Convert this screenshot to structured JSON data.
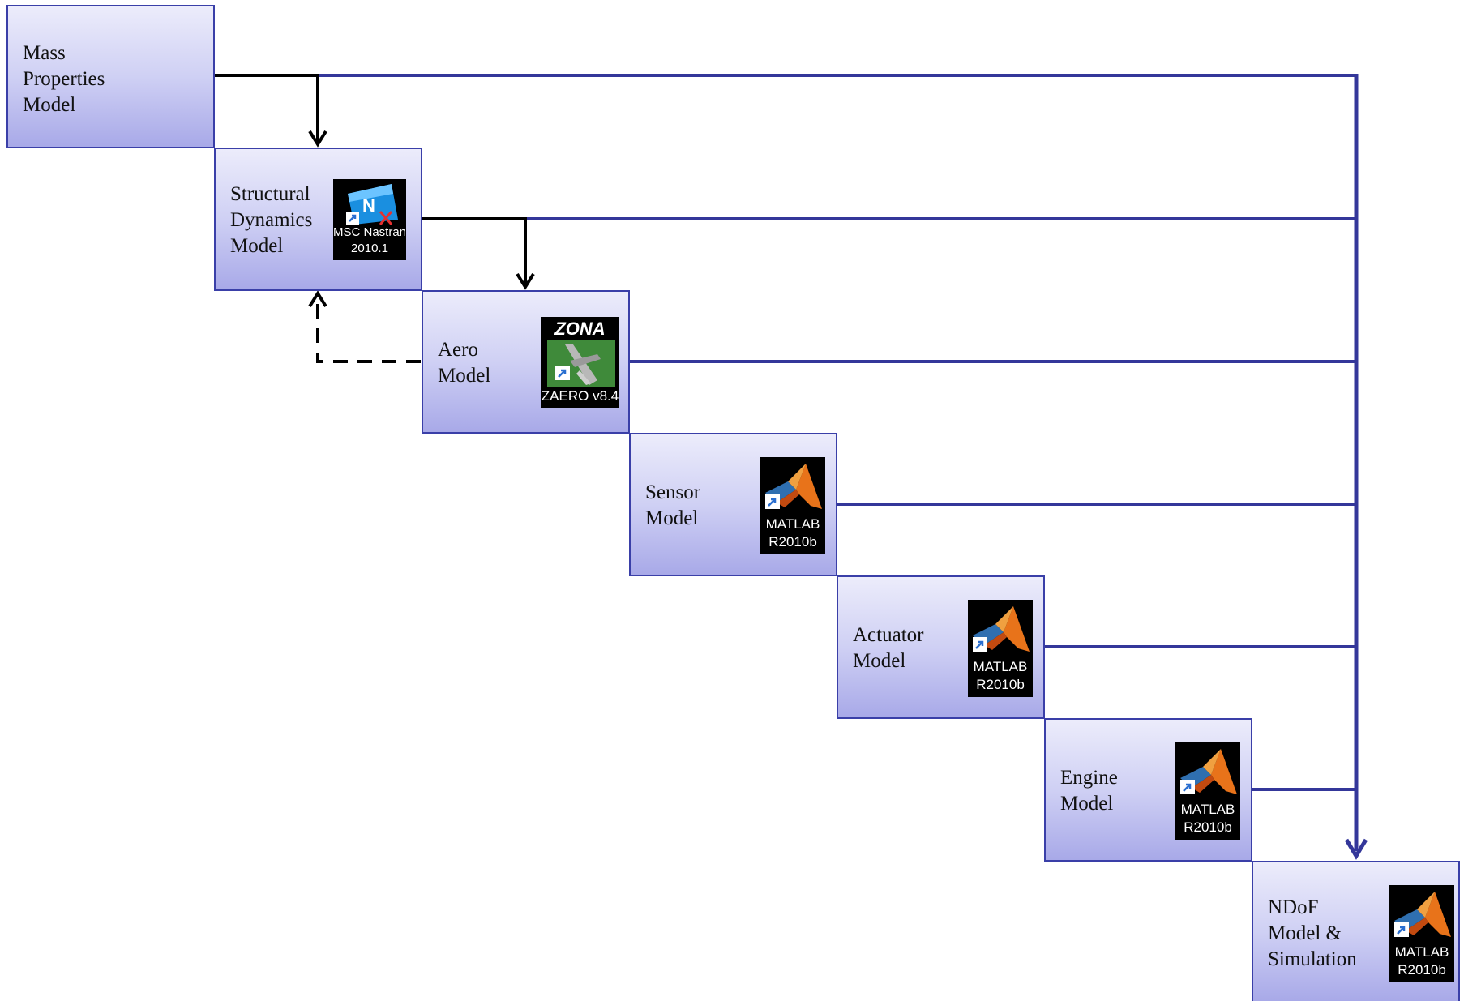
{
  "boxes": [
    {
      "id": "mass",
      "lines": [
        "Mass",
        "Properties",
        "Model"
      ]
    },
    {
      "id": "structural",
      "lines": [
        "Structural",
        "Dynamics",
        "Model"
      ],
      "icon": {
        "name": "msc-nastran-icon",
        "label": [
          "MSC Nastran",
          "2010.1"
        ]
      }
    },
    {
      "id": "aero",
      "lines": [
        "Aero",
        "Model"
      ],
      "icon": {
        "name": "zaero-icon",
        "brand": "ZONA",
        "label": [
          "ZAERO v8.4"
        ]
      }
    },
    {
      "id": "sensor",
      "lines": [
        "Sensor",
        "Model"
      ],
      "icon": {
        "name": "matlab-icon",
        "label": [
          "MATLAB",
          "R2010b"
        ]
      }
    },
    {
      "id": "actuator",
      "lines": [
        "Actuator",
        "Model"
      ],
      "icon": {
        "name": "matlab-icon",
        "label": [
          "MATLAB",
          "R2010b"
        ]
      }
    },
    {
      "id": "engine",
      "lines": [
        "Engine",
        "Model"
      ],
      "icon": {
        "name": "matlab-icon",
        "label": [
          "MATLAB",
          "R2010b"
        ]
      }
    },
    {
      "id": "ndof",
      "lines": [
        "NDoF",
        "Model &",
        "Simulation"
      ],
      "icon": {
        "name": "matlab-icon",
        "label": [
          "MATLAB",
          "R2010b"
        ]
      }
    }
  ],
  "colors": {
    "connector": "#34379a",
    "black_arrow": "#000000",
    "box_border": "#3a3fa8"
  }
}
